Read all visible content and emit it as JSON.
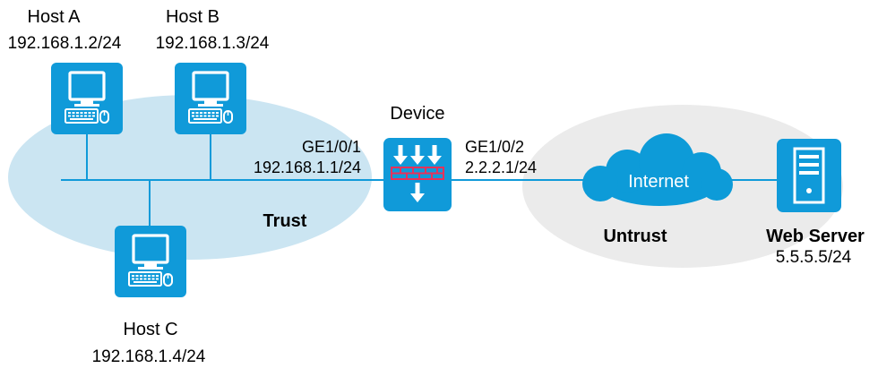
{
  "colors": {
    "trust_zone": "#cbe5f2",
    "untrust_zone": "#ebebeb",
    "device_blue": "#109ad9",
    "cloud_blue": "#0d9bd8",
    "link": "#109ad9",
    "firewall_red": "#e8315a"
  },
  "hosts": [
    {
      "name": "Host A",
      "ip": "192.168.1.2/24",
      "icon": "computer-icon"
    },
    {
      "name": "Host B",
      "ip": "192.168.1.3/24",
      "icon": "computer-icon"
    },
    {
      "name": "Host C",
      "ip": "192.168.1.4/24",
      "icon": "computer-icon"
    }
  ],
  "device": {
    "name": "Device",
    "icon": "firewall-icon",
    "left_interface": {
      "name": "GE1/0/1",
      "ip": "192.168.1.1/24"
    },
    "right_interface": {
      "name": "GE1/0/2",
      "ip": "2.2.2.1/24"
    }
  },
  "zones": {
    "trust": "Trust",
    "untrust": "Untrust"
  },
  "cloud": {
    "label": "Internet",
    "icon": "cloud-icon"
  },
  "server": {
    "name": "Web Server",
    "ip": "5.5.5.5/24",
    "icon": "server-icon"
  }
}
